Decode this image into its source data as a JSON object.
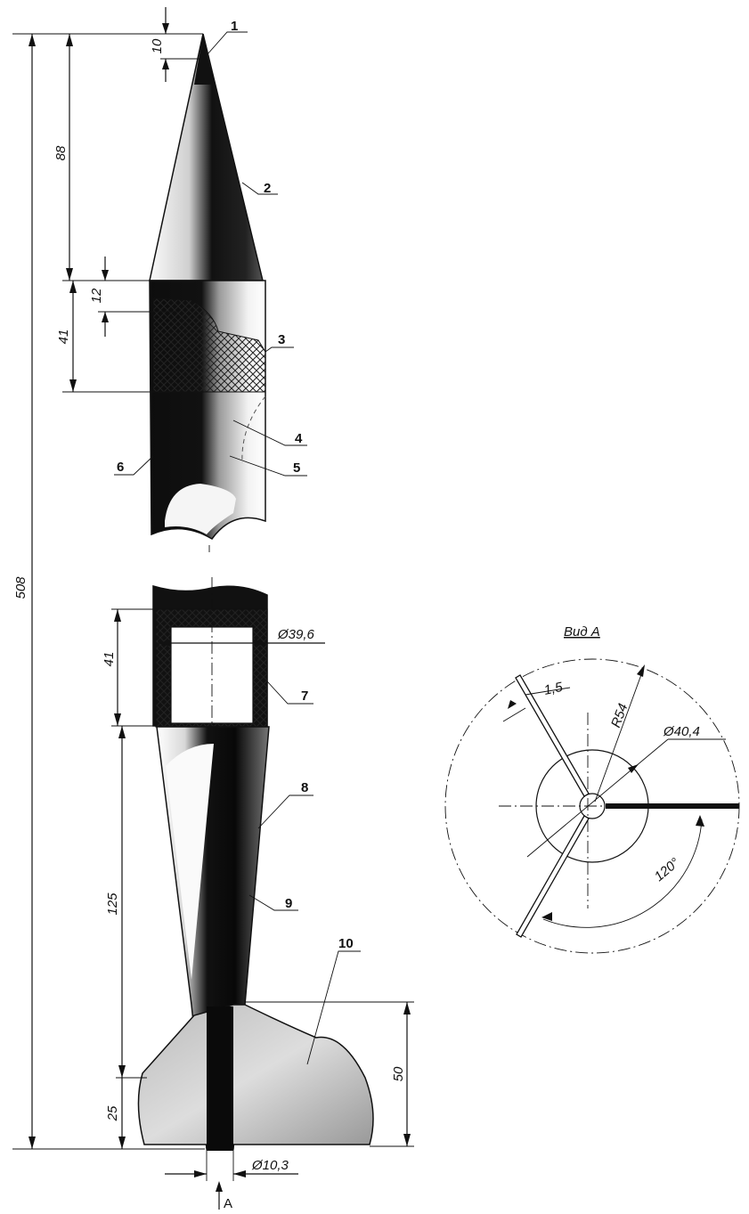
{
  "dimensions": {
    "total_length": "508",
    "tip": "10",
    "nose_cone": "88",
    "shoulder": "12",
    "nose_coupler": "41",
    "tail_coupler": "41",
    "tail_body": "125",
    "fin_height": "50",
    "fin_base": "25",
    "coupler_diameter": "Ø39,6",
    "nozzle_diameter": "Ø10,3"
  },
  "part_labels": [
    "1",
    "2",
    "3",
    "4",
    "5",
    "6",
    "7",
    "8",
    "9",
    "10"
  ],
  "view_arrow_label": "A",
  "view_a": {
    "title": "Вид А",
    "fin_thickness": "1,5",
    "radius": "R54",
    "body_diameter": "Ø40,4",
    "fin_angle": "120°"
  }
}
